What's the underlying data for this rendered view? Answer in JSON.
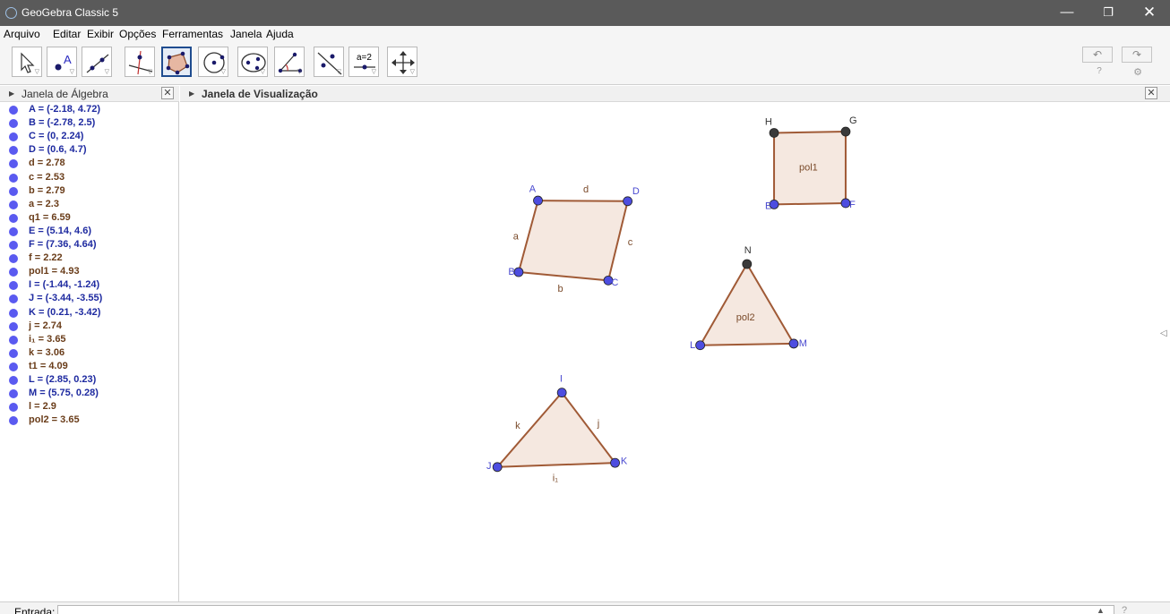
{
  "window": {
    "title": "GeoGebra Classic 5",
    "min": "—",
    "max": "❐",
    "close": "✕"
  },
  "menu": [
    "Arquivo",
    "Editar",
    "Exibir",
    "Opções",
    "Ferramentas",
    "Janela",
    "Ajuda"
  ],
  "toolbar": {
    "tools": [
      "move-tool",
      "point-tool",
      "line-tool",
      "perpendicular-tool",
      "polygon-tool",
      "circle-tool",
      "conic-tool",
      "angle-tool",
      "reflect-tool",
      "slider-tool",
      "move-view-tool"
    ],
    "active_tool": "polygon-tool",
    "slider_label": "a=2",
    "undo": "↶",
    "redo": "↷",
    "help": "?",
    "settings": "⚙"
  },
  "algebra": {
    "title": "Janela de Álgebra",
    "items": [
      {
        "text": "A = (-2.18, 4.72)",
        "kind": "pt"
      },
      {
        "text": "B = (-2.78, 2.5)",
        "kind": "pt"
      },
      {
        "text": "C = (0, 2.24)",
        "kind": "pt"
      },
      {
        "text": "D = (0.6, 4.7)",
        "kind": "pt"
      },
      {
        "text": "d = 2.78",
        "kind": "num"
      },
      {
        "text": "c = 2.53",
        "kind": "num"
      },
      {
        "text": "b = 2.79",
        "kind": "num"
      },
      {
        "text": "a = 2.3",
        "kind": "num"
      },
      {
        "text": "q1 = 6.59",
        "kind": "num"
      },
      {
        "text": "E = (5.14, 4.6)",
        "kind": "pt"
      },
      {
        "text": "F = (7.36, 4.64)",
        "kind": "pt"
      },
      {
        "text": "f = 2.22",
        "kind": "num"
      },
      {
        "text": "pol1 = 4.93",
        "kind": "num"
      },
      {
        "text": "I = (-1.44, -1.24)",
        "kind": "pt"
      },
      {
        "text": "J = (-3.44, -3.55)",
        "kind": "pt"
      },
      {
        "text": "K = (0.21, -3.42)",
        "kind": "pt"
      },
      {
        "text": "j = 2.74",
        "kind": "num"
      },
      {
        "text": "i₁ = 3.65",
        "kind": "num"
      },
      {
        "text": "k = 3.06",
        "kind": "num"
      },
      {
        "text": "t1 = 4.09",
        "kind": "num"
      },
      {
        "text": "L = (2.85, 0.23)",
        "kind": "pt"
      },
      {
        "text": "M = (5.75, 0.28)",
        "kind": "pt"
      },
      {
        "text": "l = 2.9",
        "kind": "num"
      },
      {
        "text": "pol2 = 3.65",
        "kind": "num"
      }
    ]
  },
  "graphics": {
    "title": "Janela de Visualização",
    "colors": {
      "fill": "#f4e5dd",
      "edge": "#a05a36",
      "point_blue": "#4d4de0",
      "point_dark": "#3a3a3a",
      "label_blue": "#4a4ad0",
      "label_brown": "#7a4a2a"
    },
    "shapes": [
      {
        "name": "q1",
        "vertices": [
          {
            "label": "A",
            "x": -2.18,
            "y": 4.72,
            "color": "blue"
          },
          {
            "label": "D",
            "x": 0.6,
            "y": 4.7,
            "color": "blue"
          },
          {
            "label": "C",
            "x": 0,
            "y": 2.24,
            "color": "blue"
          },
          {
            "label": "B",
            "x": -2.78,
            "y": 2.5,
            "color": "blue"
          }
        ],
        "edge_labels": [
          "d",
          "c",
          "b",
          "a"
        ],
        "poly_label": ""
      },
      {
        "name": "pol1",
        "vertices": [
          {
            "label": "H",
            "x": 5.14,
            "y": 6.82,
            "color": "dark"
          },
          {
            "label": "G",
            "x": 7.36,
            "y": 6.86,
            "color": "dark"
          },
          {
            "label": "F",
            "x": 7.36,
            "y": 4.64,
            "color": "blue"
          },
          {
            "label": "E",
            "x": 5.14,
            "y": 4.6,
            "color": "blue"
          }
        ],
        "edge_labels": [
          "",
          "",
          "",
          ""
        ],
        "poly_label": "pol1"
      },
      {
        "name": "pol2",
        "vertices": [
          {
            "label": "N",
            "x": 4.3,
            "y": 2.75,
            "color": "dark"
          },
          {
            "label": "M",
            "x": 5.75,
            "y": 0.28,
            "color": "blue"
          },
          {
            "label": "L",
            "x": 2.85,
            "y": 0.23,
            "color": "blue"
          }
        ],
        "edge_labels": [
          "",
          "",
          ""
        ],
        "poly_label": "pol2"
      },
      {
        "name": "t1",
        "vertices": [
          {
            "label": "I",
            "x": -1.44,
            "y": -1.24,
            "color": "blue"
          },
          {
            "label": "K",
            "x": 0.21,
            "y": -3.42,
            "color": "blue"
          },
          {
            "label": "J",
            "x": -3.44,
            "y": -3.55,
            "color": "blue"
          }
        ],
        "edge_labels": [
          "j",
          "i₁",
          "k"
        ],
        "poly_label": ""
      }
    ]
  },
  "input": {
    "label": "Entrada:",
    "value": "",
    "help": "?"
  }
}
